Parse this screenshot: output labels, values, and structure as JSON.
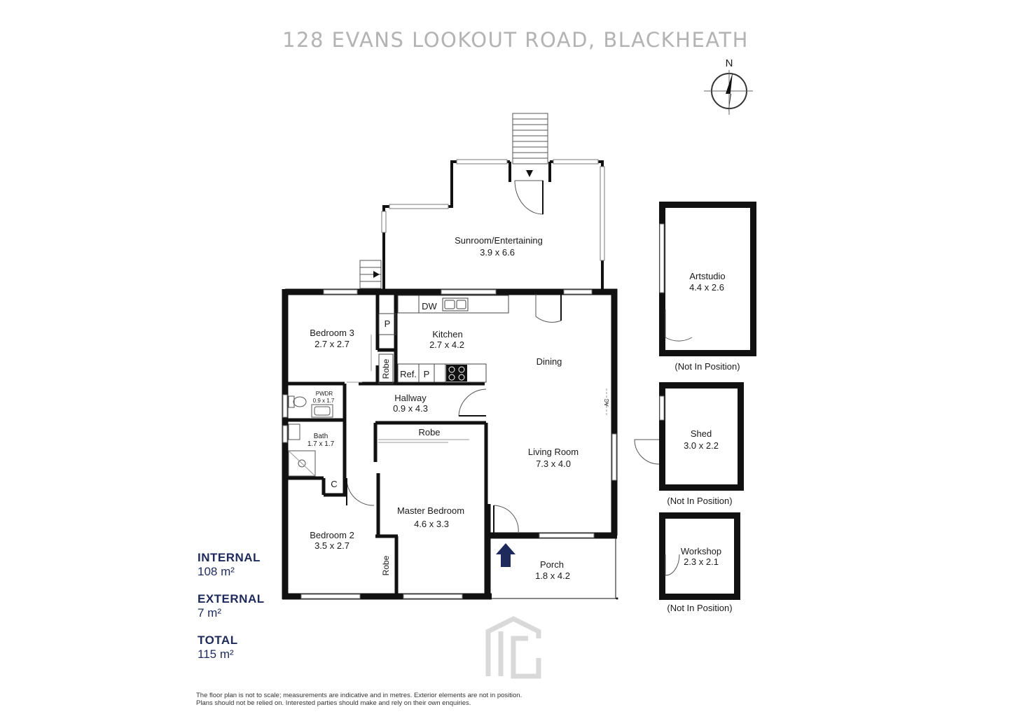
{
  "title": "128 EVANS LOOKOUT ROAD, BLACKHEATH",
  "compass": {
    "label": "N"
  },
  "rooms": {
    "sunroom": {
      "name": "Sunroom/Entertaining",
      "size": "3.9 x 6.6"
    },
    "bedroom3": {
      "name": "Bedroom 3",
      "size": "2.7 x 2.7"
    },
    "kitchen": {
      "name": "Kitchen",
      "size": "2.7 x 4.2"
    },
    "dining": {
      "name": "Dining"
    },
    "hallway": {
      "name": "Hallway",
      "size": "0.9 x 4.3"
    },
    "pwdr": {
      "name": "PWDR",
      "size": "0.9 x 1.7"
    },
    "bath": {
      "name": "Bath",
      "size": "1.7 x 1.7"
    },
    "living": {
      "name": "Living Room",
      "size": "7.3 x 4.0"
    },
    "master": {
      "name": "Master Bedroom",
      "size": "4.6 x 3.3"
    },
    "bedroom2": {
      "name": "Bedroom 2",
      "size": "3.5 x 2.7"
    },
    "porch": {
      "name": "Porch",
      "size": "1.8 x 4.2"
    },
    "artstudio": {
      "name": "Artstudio",
      "size": "4.4 x 2.6",
      "note": "(Not In Position)"
    },
    "shed": {
      "name": "Shed",
      "size": "3.0 x 2.2",
      "note": "(Not In Position)"
    },
    "workshop": {
      "name": "Workshop",
      "size": "2.3 x 2.1",
      "note": "(Not In Position)"
    }
  },
  "fixtures": {
    "dw": "DW",
    "pantry1": "P",
    "pantry2": "P",
    "ref": "Ref.",
    "robe_bed3": "Robe",
    "robe_master": "Robe",
    "robe_bed2": "Robe",
    "cupboard": "C",
    "ac": "AC"
  },
  "areas": {
    "internal": {
      "label": "INTERNAL",
      "value": "108 m²"
    },
    "external": {
      "label": "EXTERNAL",
      "value": "7 m²"
    },
    "total": {
      "label": "TOTAL",
      "value": "115 m²"
    }
  },
  "disclaimer": {
    "line1": "The floor plan is not to scale; measurements are indicative and in metres. Exterior elements are not in position.",
    "line2": "Plans should not be relied on. Interested parties should make and rely on their own enquiries."
  },
  "colors": {
    "wall": "#111111",
    "accent": "#1f2a5c",
    "title": "#b3b3b3",
    "logo": "#d9d9d9"
  },
  "icons": [
    "compass-icon",
    "entry-arrow-icon",
    "logo-icon",
    "sink-icon",
    "cooktop-icon",
    "toilet-icon",
    "shower-icon"
  ]
}
